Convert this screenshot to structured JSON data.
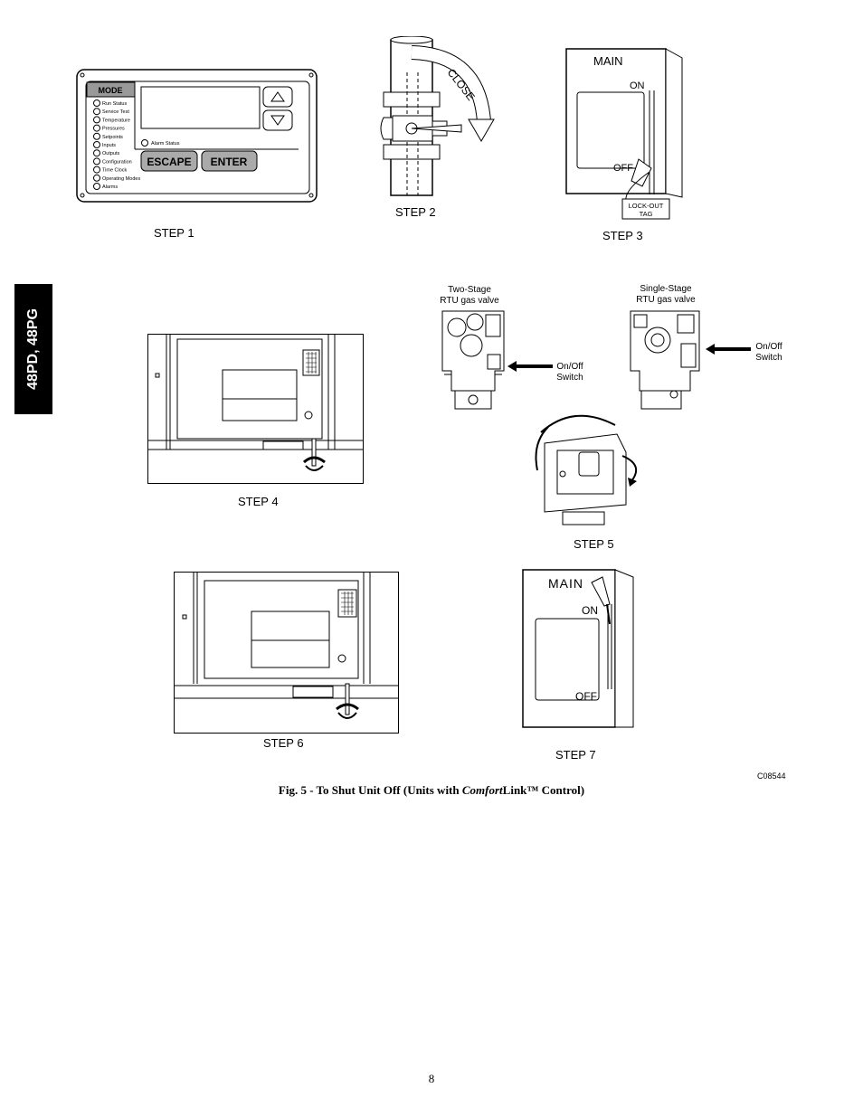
{
  "side_tab": "48PD, 48PG",
  "steps": {
    "step1": "STEP 1",
    "step2": "STEP 2",
    "step3": "STEP 3",
    "step4": "STEP 4",
    "step5": "STEP 5",
    "step6": "STEP 6",
    "step7": "STEP 7"
  },
  "controller": {
    "mode": "MODE",
    "items": [
      "Run Status",
      "Service Test",
      "Temperature",
      "Pressures",
      "Setpoints",
      "Inputs",
      "Outputs",
      "Configuration",
      "Time Clock",
      "Operating Modes",
      "Alarms"
    ],
    "alarm_status": "Alarm Status",
    "escape": "ESCAPE",
    "enter": "ENTER"
  },
  "valve": {
    "close": "CLOSE"
  },
  "switch3": {
    "main": "MAIN",
    "on": "ON",
    "off": "OFF",
    "tag_line1": "LOCK-OUT",
    "tag_line2": "TAG"
  },
  "switch7": {
    "main": "MAIN",
    "on": "ON",
    "off": "OFF"
  },
  "gas": {
    "two_stage_line1": "Two-Stage",
    "two_stage_line2": "RTU gas valve",
    "single_stage_line1": "Single-Stage",
    "single_stage_line2": "RTU gas valve",
    "onoff_line1": "On/Off",
    "onoff_line2": "Switch"
  },
  "figure_code": "C08544",
  "caption": {
    "prefix": "Fig. 5 - To Shut Unit Off (Units with ",
    "italic": "Comfort",
    "suffix": "Link™ Control)"
  },
  "page_number": "8"
}
